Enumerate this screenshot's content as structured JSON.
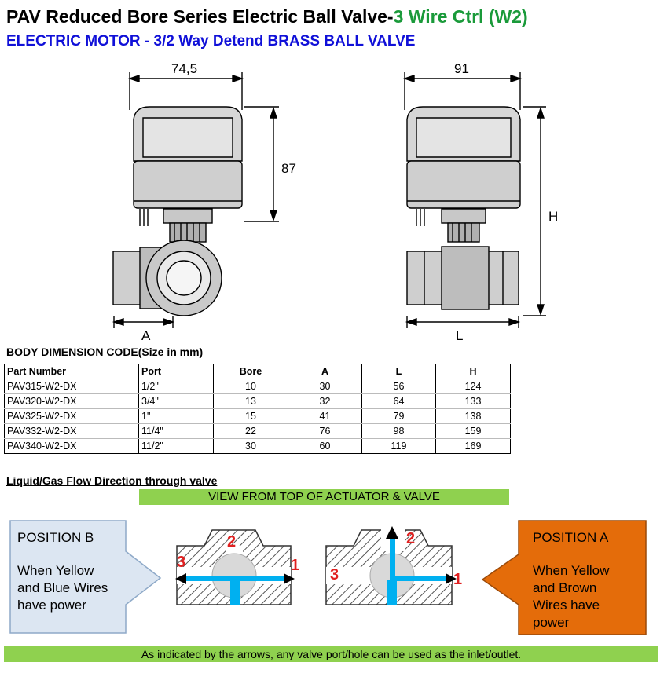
{
  "header": {
    "title_main": "PAV Reduced Bore Series Electric Ball Valve-",
    "title_accent": "3 Wire Ctrl (W2)",
    "subtitle": "ELECTRIC MOTOR - 3/2 Way Detend BRASS BALL VALVE"
  },
  "drawing": {
    "left_width": "74,5",
    "left_height": "87",
    "left_a": "A",
    "right_width": "91",
    "right_h": "H",
    "right_l": "L"
  },
  "table": {
    "heading": "BODY DIMENSION CODE(Size in mm)",
    "columns": [
      "Part Number",
      "Port",
      "Bore",
      "A",
      "L",
      "H"
    ],
    "rows": [
      [
        "PAV315-W2-DX",
        "1/2\"",
        "10",
        "30",
        "56",
        "124"
      ],
      [
        "PAV320-W2-DX",
        "3/4\"",
        "13",
        "32",
        "64",
        "133"
      ],
      [
        "PAV325-W2-DX",
        "1\"",
        "15",
        "41",
        "79",
        "138"
      ],
      [
        "PAV332-W2-DX",
        "11/4\"",
        "22",
        "76",
        "98",
        "159"
      ],
      [
        "PAV340-W2-DX",
        "11/2\"",
        "30",
        "60",
        "119",
        "169"
      ]
    ]
  },
  "flow": {
    "heading": "Liquid/Gas Flow Direction through valve",
    "view_label": "VIEW FROM TOP OF ACTUATOR & VALVE",
    "position_b": {
      "title": "POSITION B",
      "desc": "When Yellow\nand Blue Wires\nhave power"
    },
    "position_a": {
      "title": "POSITION A",
      "desc": "When Yellow\nand Brown\nWires have\npower"
    },
    "port_labels": [
      "1",
      "2",
      "3"
    ],
    "footer": "As indicated by the arrows, any valve port/hole can be used as the inlet/outlet."
  },
  "colors": {
    "title_accent": "#1a9a3a",
    "subtitle": "#1010d8",
    "green_bar": "#8fd14f",
    "position_b_fill": "#dce6f2",
    "position_a_fill": "#e46c0a",
    "flow_arrow": "#00b0f0",
    "port_number": "#e02020"
  }
}
